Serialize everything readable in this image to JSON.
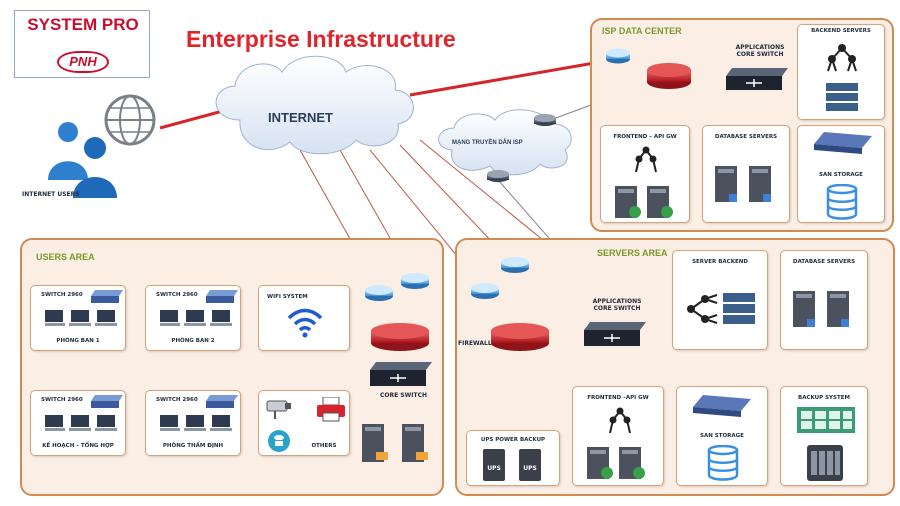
{
  "logo": {
    "name": "SYSTEM PRO",
    "badge": "PNH"
  },
  "title": "Enterprise Infrastructure",
  "internet": {
    "label": "INTERNET"
  },
  "internet_users": {
    "label": "INTERNET USERS"
  },
  "isp_cloud": {
    "label": "MẠNG TRUYỀN DẪN ISP"
  },
  "isp_dc": {
    "title": "ISP DATA CENTER",
    "core_switch": "APPLICATIONS CORE SWITCH",
    "backend": "BACKEND SERVERS",
    "frontend": "FRONTEND – API GW",
    "database": "DATABASE SERVERS",
    "san": "SAN STORAGE"
  },
  "users_area": {
    "title": "USERS AREA",
    "switch_label": "SWITCH 2960",
    "depts": [
      "PHÒNG BAN 1",
      "PHÒNG BAN 2",
      "KẾ HOẠCH – TỔNG HỢP",
      "PHÒNG THẨM ĐỊNH"
    ],
    "wifi": "WIFI SYSTEM",
    "others": "OTHERS",
    "core_switch": "CORE SWITCH"
  },
  "servers_area": {
    "title": "SERVERS AREA",
    "firewall": "FIREWALL",
    "core_switch": "APPLICATIONS CORE SWITCH",
    "server_backend": "SERVER BACKEND",
    "database": "DATABASE SERVERS",
    "frontend": "FRONTEND –API GW",
    "ups": "UPS POWER BACKUP",
    "ups_unit": "UPS",
    "san": "SAN STORAGE",
    "backup": "BACKUP SYSTEM"
  },
  "colors": {
    "red_link": "#d6242a",
    "brown_link": "#b65a4a",
    "area_border": "#d08a52",
    "area_fill": "#fbeee4",
    "title_red": "#e0242c"
  }
}
